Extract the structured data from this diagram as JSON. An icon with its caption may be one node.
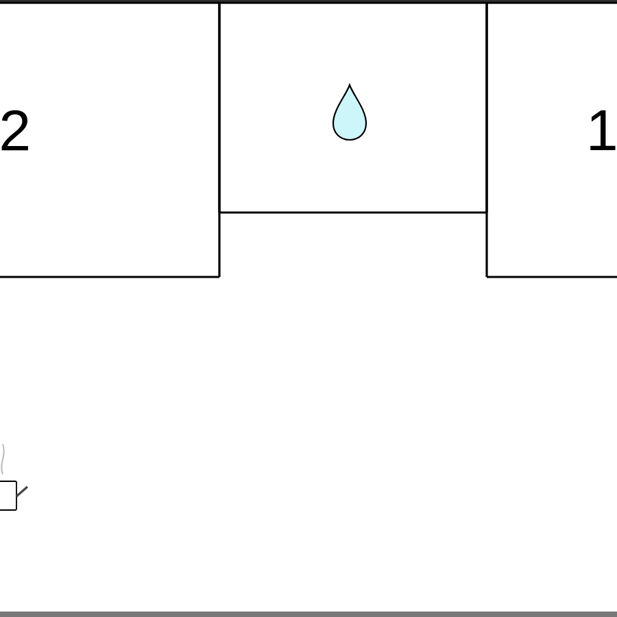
{
  "diagram": {
    "nodes": [
      {
        "text": [
          "2"
        ]
      },
      {
        "text": [],
        "shape": "box"
      },
      {
        "text": [
          "1"
        ]
      }
    ]
  }
}
